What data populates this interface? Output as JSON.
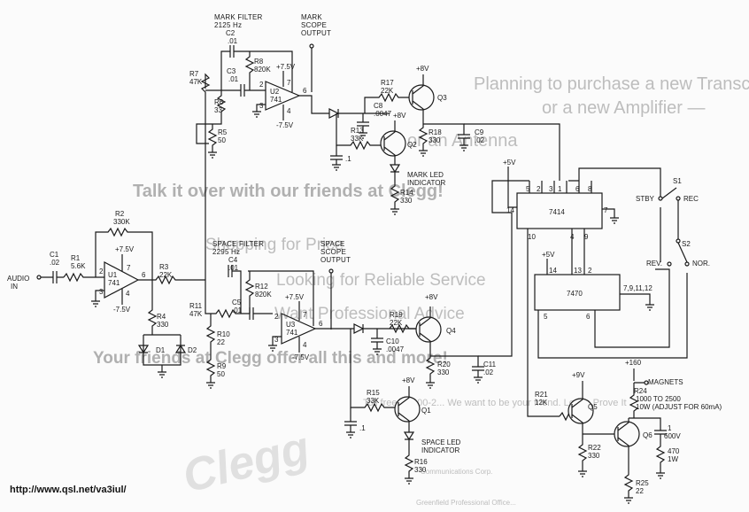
{
  "background": {
    "line1": "Planning to purchase a new Transceiver",
    "line2": "or a new Amplifier —",
    "line3": "or an Antenna",
    "headline1": "Talk it over with our friends at Clegg!",
    "line4": "Shopping for Price",
    "line5": "Looking for Reliable Service",
    "line6": "Want Professional Advice",
    "headline2": "Your friends at Clegg offer all this and more!",
    "line7": "Toll free (1-800-2...  We want to be your friend. Let us Prove It",
    "logo": "Clegg",
    "footer1": "Communications Corp.",
    "footer2": "Greenfield Professional Office..."
  },
  "url": "http://www.qsl.net/va3iul/",
  "labels": {
    "mark_filter": "MARK FILTER",
    "mark_freq": "2125 Hz",
    "mark_scope_1": "MARK",
    "mark_scope_2": "SCOPE",
    "mark_scope_3": "OUTPUT",
    "space_filter": "SPACE FILTER",
    "space_freq": "2295 Hz",
    "space_scope_1": "SPACE",
    "space_scope_2": "SCOPE",
    "space_scope_3": "OUTPUT",
    "audio_1": "AUDIO",
    "audio_2": "IN",
    "mark_led_1": "MARK LED",
    "mark_led_2": "INDICATOR",
    "space_led_1": "SPACE LED",
    "space_led_2": "INDICATOR",
    "magnets": "MAGNETS",
    "stby": "STBY",
    "rec": "REC",
    "rev": "REV.",
    "nor": "NOR.",
    "s1": "S1",
    "s2": "S2",
    "ic_7414": "7414",
    "ic_7470": "7470",
    "pins_7470_gnd": "7,9,11,12",
    "p5v_a": "+5V",
    "p5v_b": "+5V",
    "p75_u2": "+7.5V",
    "m75_u2": "-7.5V",
    "p75_u1": "+7.5V",
    "m75_u1": "-7.5V",
    "p75_u3": "+7.5V",
    "m75_u3": "-7.5V",
    "p8_q3": "+8V",
    "p8_q2": "+8V",
    "p8_q4": "+8V",
    "p8_q1": "+8V",
    "p9_q5": "+9V",
    "p160": "+160",
    "u1": "U1",
    "u1_type": "741",
    "u2": "U2",
    "u2_type": "741",
    "u3": "U3",
    "u3_type": "741",
    "q1": "Q1",
    "q2": "Q2",
    "q3": "Q3",
    "q4": "Q4",
    "q5": "Q5",
    "q6": "Q6",
    "d1": "D1",
    "d2": "D2"
  },
  "components": {
    "c1": "C1",
    "c1_v": ".02",
    "r1": "R1",
    "r1_v": "5.6K",
    "r2": "R2",
    "r2_v": "330K",
    "r3": "R3",
    "r3_v": "22K",
    "r4": "R4",
    "r4_v": "330",
    "r5": "R5",
    "r5_v": "50",
    "r6": "R6",
    "r6_v": "33",
    "r7": "R7",
    "r7_v": "47K",
    "r8": "R8",
    "r8_v": "820K",
    "c2": "C2",
    "c2_v": ".01",
    "c3": "C3",
    "c3_v": ".01",
    "c8": "C8",
    "c8_v": ".0047",
    "r17": "R17",
    "r17_v": "22K",
    "r13": "R13",
    "r13_v": "33K",
    "r18": "R18",
    "r18_v": "330",
    "c9": "C9",
    "c9_v": ".02",
    "r14": "R14",
    "r14_v": "330",
    "cm_v": ".1",
    "r11": "R11",
    "r11_v": "47K",
    "r12": "R12",
    "r12_v": "820K",
    "c4": "C4",
    "c4_v": ".01",
    "c5": "C5",
    "c5_v": ".01",
    "r10": "R10",
    "r10_v": "22",
    "r9": "R9",
    "r9_v": "50",
    "r19": "R19",
    "r19_v": "22K",
    "c10": "C10",
    "c10_v": ".0047",
    "r20": "R20",
    "r20_v": "330",
    "c11": "C11",
    "c11_v": ".02",
    "r15": "R15",
    "r15_v": "33K",
    "cs_v": ".1",
    "r16": "R16",
    "r16_v": "330",
    "r21": "R21",
    "r21_v": "12K",
    "r22": "R22",
    "r22_v": "330",
    "r24": "R24",
    "r24_v": "1000 TO 2500",
    "r24_note": "10W (ADJUST FOR 60mA)",
    "c6_v": "1",
    "c6_v2": "600V",
    "r23_v": "470",
    "r23_v2": "1W",
    "r25": "R25",
    "r25_v": "22"
  },
  "pins": {
    "u2_7": "7",
    "u2_2": "2",
    "u2_3": "3",
    "u2_4": "4",
    "u2_6": "6",
    "u1_7": "7",
    "u1_2": "2",
    "u1_3": "3",
    "u1_4": "4",
    "u1_6": "6",
    "u3_7": "7",
    "u3_2": "2",
    "u3_3": "3",
    "u3_4": "4",
    "u3_6": "6",
    "i1_5": "5",
    "i1_2": "2",
    "i1_3": "3",
    "i1_1": "1",
    "i1_6": "6",
    "i1_8": "8",
    "i1_14": "14",
    "i1_7": "7",
    "i1_10": "10",
    "i1_4": "4",
    "i1_9": "9",
    "i2_14": "14",
    "i2_13": "13",
    "i2_2": "2",
    "i2_5": "5",
    "i2_6": "6"
  }
}
